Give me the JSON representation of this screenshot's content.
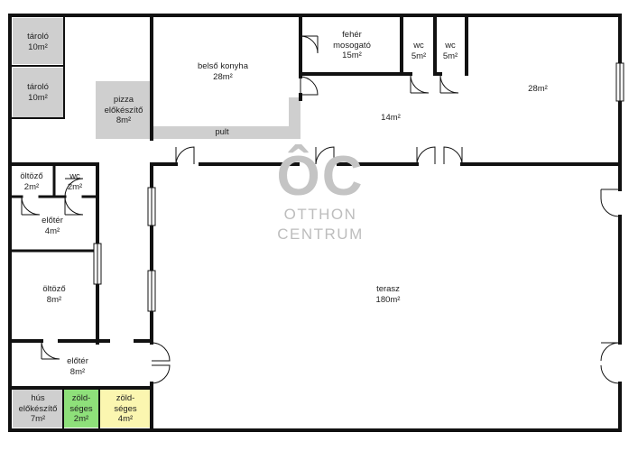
{
  "rooms": {
    "taroló1": {
      "name": "tároló",
      "area": "10m²"
    },
    "taroló2": {
      "name": "tároló",
      "area": "10m²"
    },
    "pizza": {
      "name1": "pizza",
      "name2": "előkészítő",
      "area": "8m²"
    },
    "belso_konyha": {
      "name": "belső konyha",
      "area": "28m²"
    },
    "feher": {
      "name1": "fehér",
      "name2": "mosogató",
      "area": "15m²"
    },
    "wc_top1": {
      "name": "wc",
      "area": "5m²"
    },
    "wc_top2": {
      "name": "wc",
      "area": "5m²"
    },
    "room28": {
      "area": "28m²"
    },
    "room14": {
      "area": "14m²"
    },
    "pult": {
      "name": "pult"
    },
    "oltozo_small": {
      "name": "öltöző",
      "area": "2m²"
    },
    "wc_small": {
      "name": "wc",
      "area": "2m²"
    },
    "eloter_small": {
      "name": "előtér",
      "area": "4m²"
    },
    "oltozo": {
      "name": "öltöző",
      "area": "8m²"
    },
    "eloter": {
      "name": "előtér",
      "area": "8m²"
    },
    "hus": {
      "name1": "hús",
      "name2": "előkészítő",
      "area": "7m²"
    },
    "zold1": {
      "name1": "zöld-",
      "name2": "séges",
      "area": "2m²"
    },
    "zold2": {
      "name1": "zöld-",
      "name2": "séges",
      "area": "4m²"
    },
    "terasz": {
      "name": "terasz",
      "area": "180m²"
    }
  },
  "watermark": {
    "logo": "ÔC",
    "line1": "OTTHON",
    "line2": "CENTRUM"
  },
  "colors": {
    "wall": "#111111",
    "storage_fill": "#cfcfcf",
    "green_fill": "#8ee07a",
    "yellow_fill": "#fbf6b0",
    "watermark": "#c4c4c4"
  }
}
